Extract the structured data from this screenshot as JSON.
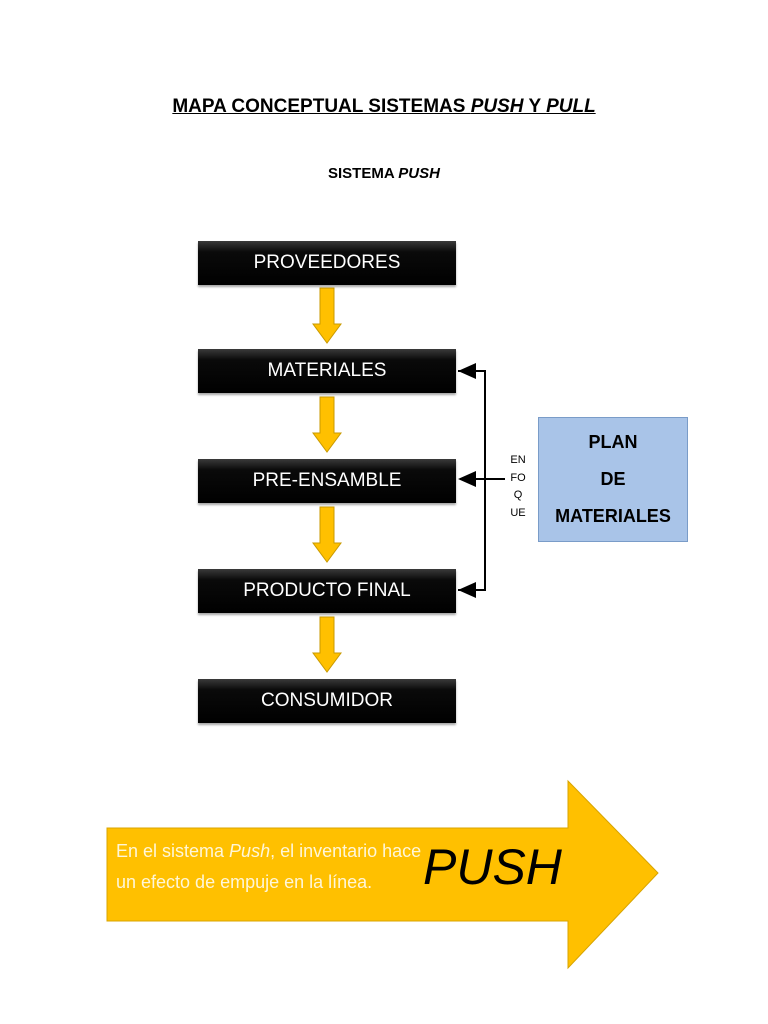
{
  "title": {
    "part1": "MAPA CONCEPTUAL SISTEMAS ",
    "push": "PUSH",
    "y": " Y ",
    "pull": "PULL"
  },
  "subtitle": {
    "part1": "SISTEMA ",
    "push": "PUSH"
  },
  "flow": {
    "steps": [
      "PROVEEDORES",
      "MATERIALES",
      "PRE-ENSAMBLE",
      "PRODUCTO FINAL",
      "CONSUMIDOR"
    ],
    "arrow_color": "#ffc000",
    "box_color": "#000000"
  },
  "plan": {
    "lines": [
      "PLAN",
      "DE",
      "MATERIALES"
    ],
    "color": "#a9c4e8"
  },
  "enfoque": {
    "lines": [
      "EN",
      "FO",
      "Q",
      "UE"
    ]
  },
  "push_arrow": {
    "text_line1_a": "En el sistema ",
    "text_line1_italic": "Push",
    "text_line1_b": ", el inventario hace",
    "text_line2": "un efecto de empuje en la línea.",
    "big_label": "PUSH",
    "color": "#ffc000"
  }
}
